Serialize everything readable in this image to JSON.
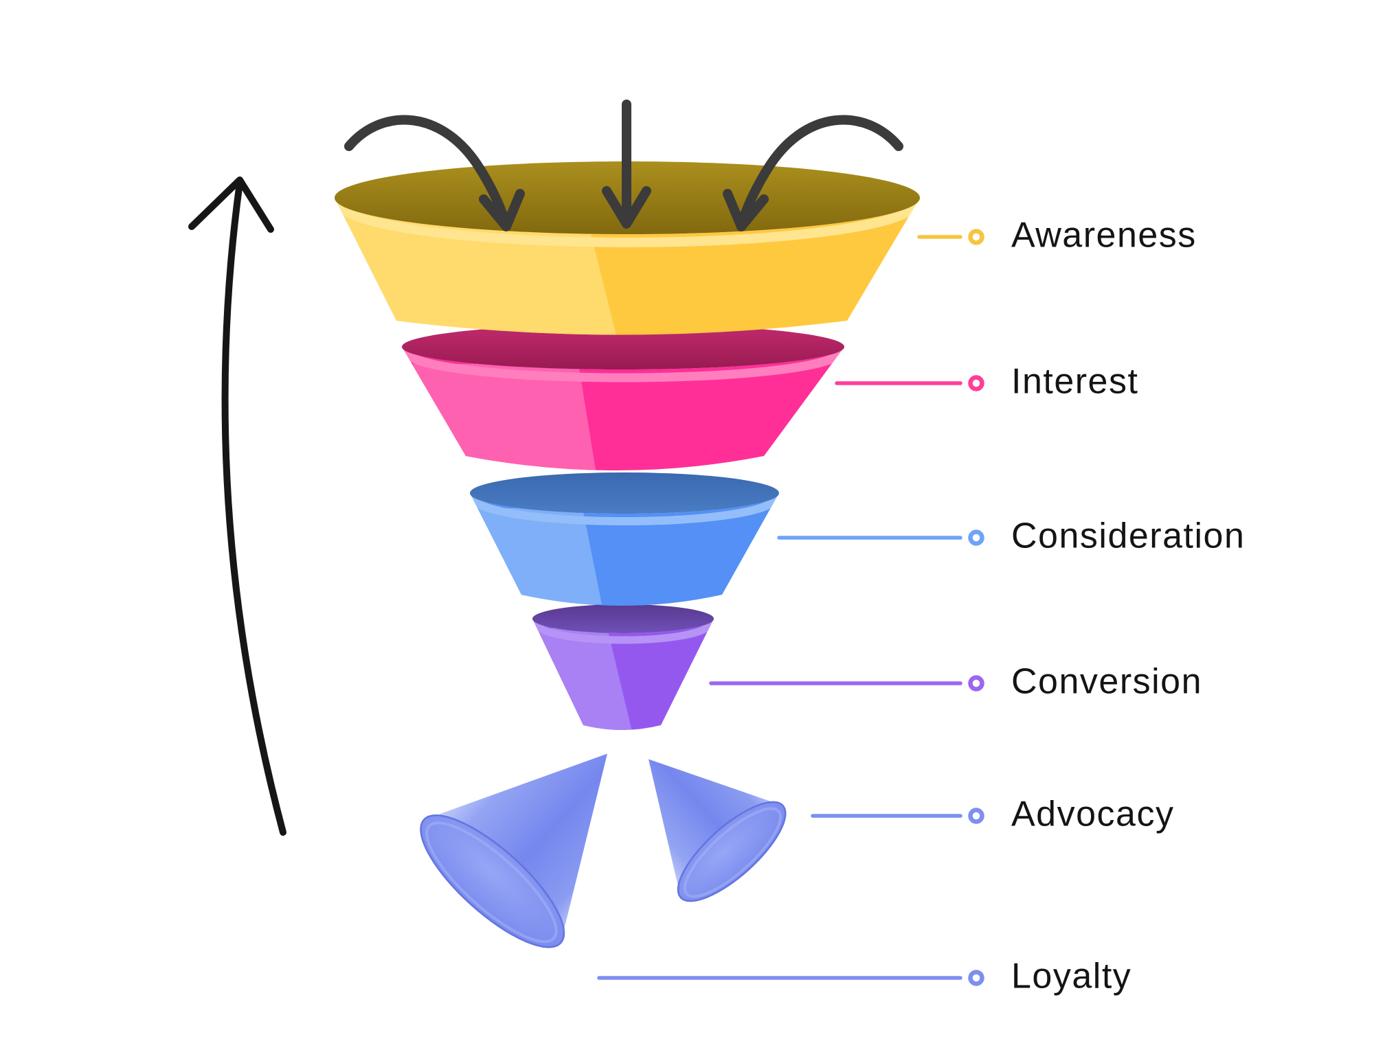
{
  "diagram": {
    "title": "marketing-funnel",
    "background": "#ffffff",
    "stages": [
      {
        "label": "Awareness",
        "accent": "#F6C53E",
        "body": "#FFC93F",
        "body_light": "#FFDA6C",
        "top_disc": "#9A801A"
      },
      {
        "label": "Interest",
        "accent": "#FF3D9A",
        "body": "#FF2F97",
        "body_light": "#FF61B1",
        "top_disc": "#AE2160"
      },
      {
        "label": "Consideration",
        "accent": "#6FA3F8",
        "body": "#5490F5",
        "body_light": "#7EAFF8",
        "top_disc": "#3A66AC"
      },
      {
        "label": "Conversion",
        "accent": "#9B66F1",
        "body": "#9558EF",
        "body_light": "#A981F4",
        "top_disc": "#5C3E95"
      },
      {
        "label": "Advocacy",
        "accent": "#7D8FF0",
        "body": "#7D8FF3",
        "body_light": "#C3CEFB",
        "top_disc": "#7687EC"
      },
      {
        "label": "Loyalty",
        "accent": "#7D8FF0",
        "body": "#7D8FF3",
        "body_light": "#C3CEFB",
        "top_disc": "#7687EC"
      }
    ],
    "icons": {
      "inflow_arrow_left": "curved-arrow-into-funnel",
      "inflow_arrow_center": "straight-arrow-down",
      "inflow_arrow_right": "curved-arrow-into-funnel",
      "feedback_arrow": "curved-arrow-up",
      "marker": "ring-dot"
    },
    "arrow_color": "#3B3B3B",
    "feedback_arrow_color": "#161616",
    "text_color": "#141414"
  }
}
